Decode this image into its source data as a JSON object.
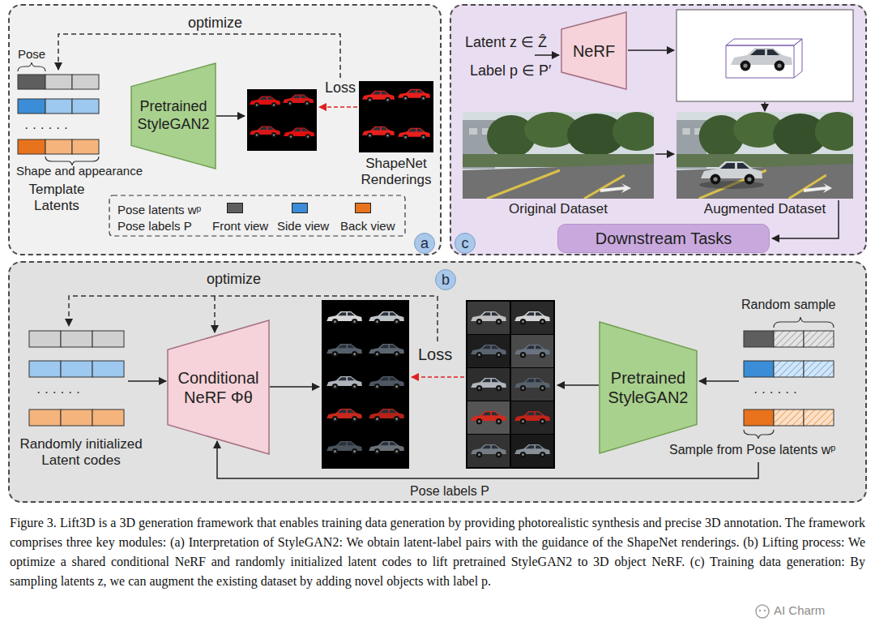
{
  "diagram": {
    "caption": "Figure 3. Lift3D is a 3D generation framework that enables training data generation by providing photorealistic synthesis and precise 3D annotation. The framework comprises three key modules: (a) Interpretation of StyleGAN2: We obtain latent-label pairs with the guidance of the ShapeNet renderings. (b) Lifting process: We optimize a shared conditional NeRF and randomly initialized latent codes to lift pretrained StyleGAN2 to 3D object NeRF. (c) Training data generation: By sampling latents z, we can augment the existing dataset by adding novel objects with label p.",
    "nodes": [
      {
        "text": [
          "a"
        ]
      },
      {
        "text": [
          "Pretrained StyleGAN2"
        ],
        "in": 0
      },
      {
        "text": [
          "c"
        ]
      },
      {
        "text": [
          "NeRF"
        ],
        "in": 2
      },
      {
        "text": [
          "Downstream Tasks"
        ],
        "in": 2
      },
      {
        "text": [
          "b"
        ]
      },
      {
        "text": [
          "Conditional NeRF Φθ"
        ],
        "in": 5
      },
      {
        "text": [
          "Pretrained StyleGAN2"
        ],
        "in": 5
      }
    ],
    "labels": [
      "optimize",
      "Pose",
      "· · · · · ·",
      "Shape and appearance",
      "Template Latents",
      "Loss",
      "ShapeNet Renderings",
      "Pose latents wᵖ",
      "Pose labels P",
      "Latent z ∈ Ẑ",
      "Label p ∈ P′",
      "Original Dataset",
      "Augmented Dataset",
      "optimize",
      "· · · · · ·",
      "Randomly initialized Latent codes",
      "Loss",
      "Random sample",
      "· · · · · ·",
      "Sample from Pose latents wᵖ",
      "Pose labels P",
      "AI Charm"
    ],
    "legend": [
      {
        "text": "Front view",
        "color": "#5e5e5e"
      },
      {
        "text": "Side view",
        "color": "#3a8dd6"
      },
      {
        "text": "Back view",
        "color": "#e8731c"
      }
    ]
  }
}
